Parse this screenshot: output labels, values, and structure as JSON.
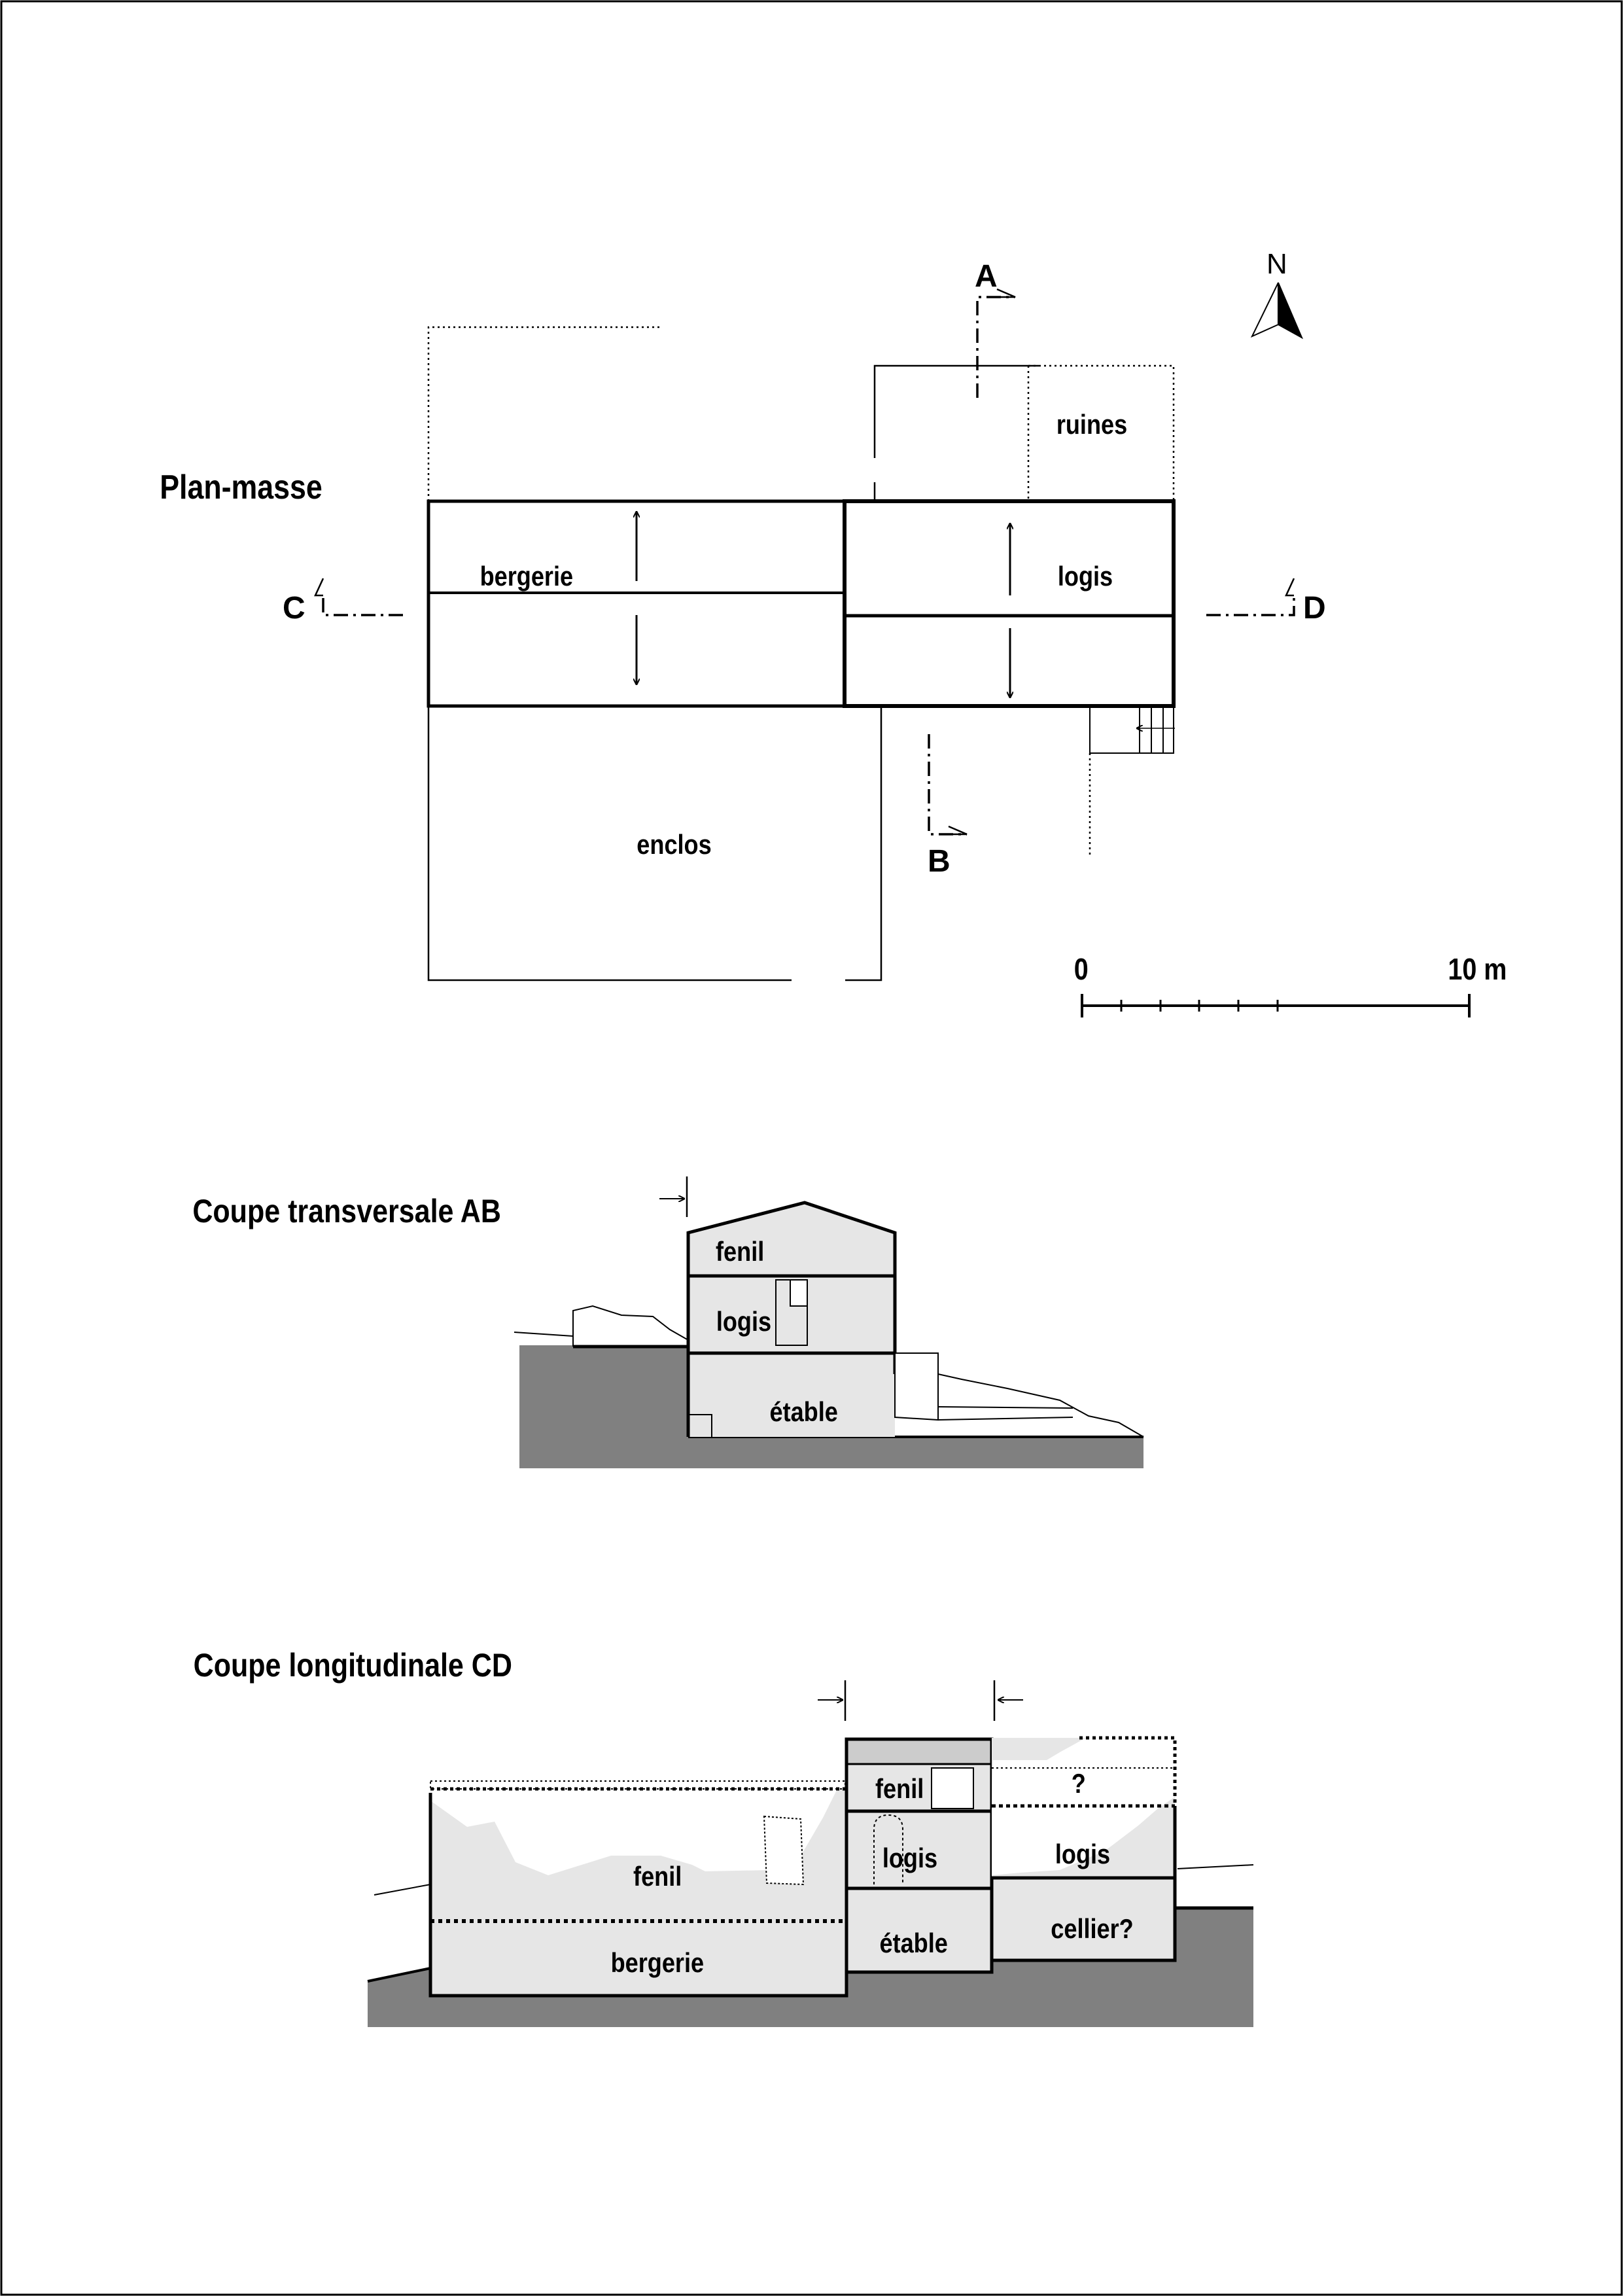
{
  "plan": {
    "title": "Plan-masse",
    "north": "N",
    "rooms": {
      "bergerie": "bergerie",
      "logis": "logis",
      "ruines": "ruines",
      "enclos": "enclos"
    },
    "sections": {
      "a": "A",
      "b": "B",
      "c": "C",
      "d": "D"
    },
    "scale": {
      "zero": "0",
      "end": "10 m"
    }
  },
  "section_ab": {
    "title": "Coupe transversale AB",
    "rooms": {
      "fenil": "fenil",
      "logis": "logis",
      "etable": "étable"
    }
  },
  "section_cd": {
    "title": "Coupe longitudinale CD",
    "rooms": {
      "fenil_left": "fenil",
      "bergerie": "bergerie",
      "fenil_mid": "fenil",
      "logis_mid": "logis",
      "etable": "étable",
      "unknown": "?",
      "logis_right": "logis",
      "cellier": "cellier?"
    }
  }
}
